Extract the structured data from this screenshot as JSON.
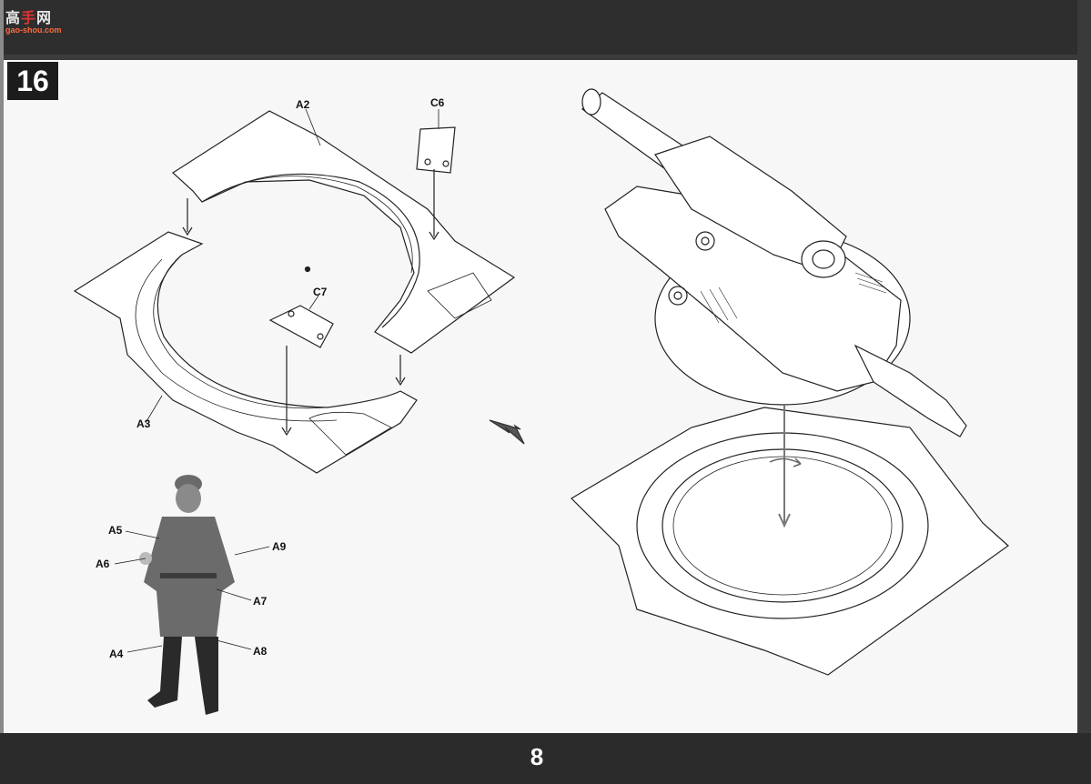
{
  "logo": {
    "text_a": "高",
    "text_b": "手",
    "text_c": "网",
    "url": "gao-shou.com"
  },
  "step": {
    "number": "16"
  },
  "labels": {
    "a2": "A2",
    "a3": "A3",
    "c6": "C6",
    "c7": "C7",
    "a4": "A4",
    "a5": "A5",
    "a6": "A6",
    "a7": "A7",
    "a8": "A8",
    "a9": "A9"
  },
  "page_number": "8",
  "icons": {
    "flow_arrow": "diagonal-arrow-icon",
    "rotate_arrow": "rotate-arrow-icon"
  },
  "colors": {
    "band": "#2e2e2e",
    "paper": "#f7f7f7",
    "line": "#222222"
  }
}
